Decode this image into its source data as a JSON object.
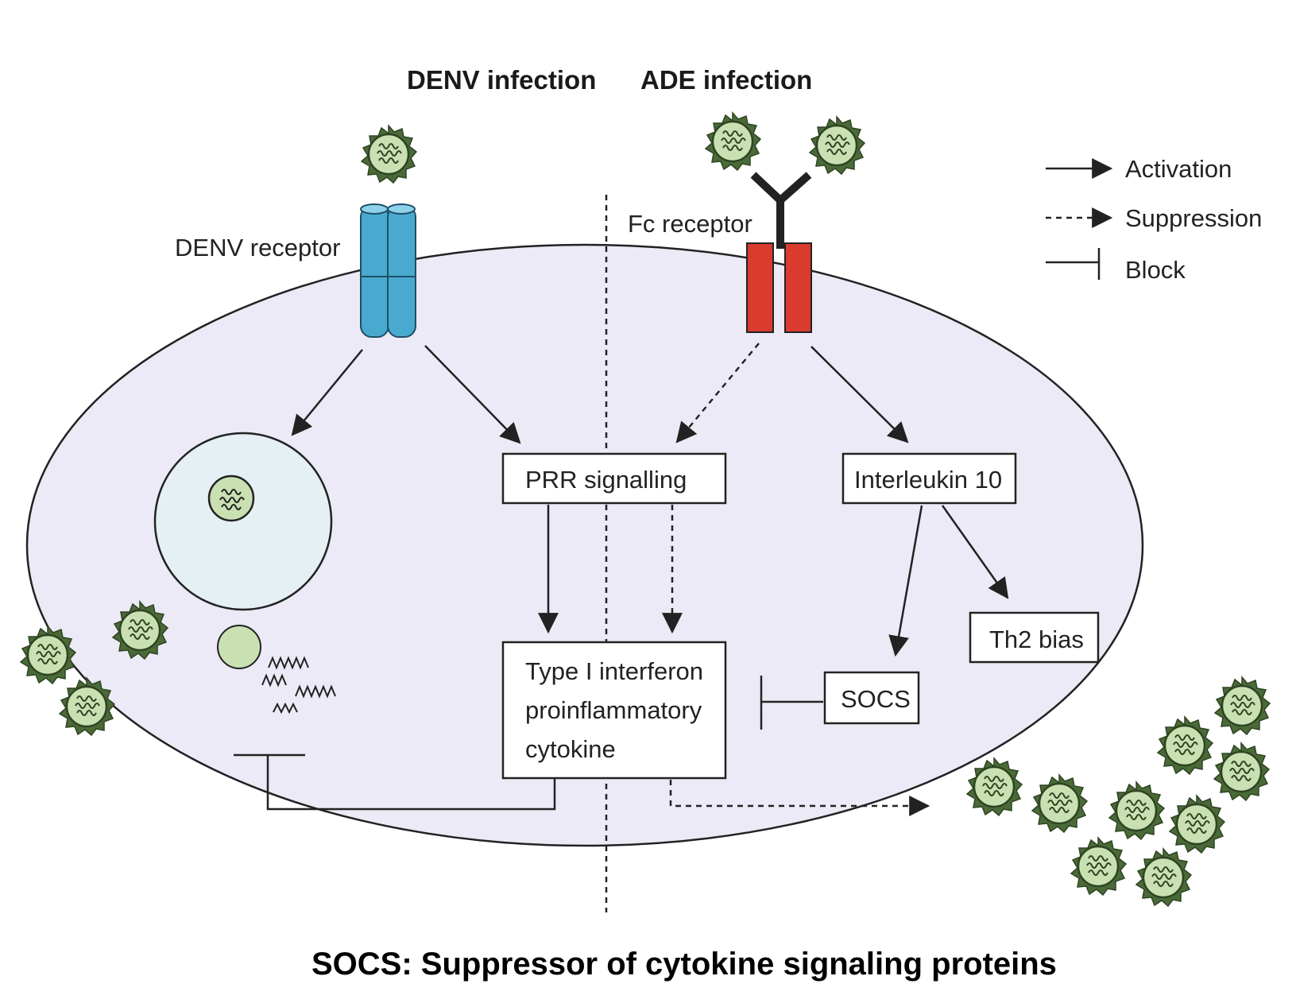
{
  "headers": {
    "denv_infection": "DENV infection",
    "ade_infection": "ADE infection"
  },
  "labels": {
    "denv_receptor": "DENV receptor",
    "fc_receptor": "Fc receptor"
  },
  "boxes": {
    "prr": "PRR signalling",
    "il10": "Interleukin 10",
    "type1_line1": "Type I interferon",
    "type1_line2": "proinflammatory",
    "type1_line3": "cytokine",
    "socs": "SOCS",
    "th2": "Th2 bias"
  },
  "legend": {
    "activation": "Activation",
    "suppression": "Suppression",
    "block": "Block"
  },
  "caption": "SOCS: Suppressor of cytokine signaling proteins",
  "colors": {
    "cell_fill": "#eceaf6",
    "nucleus_fill": "#e4f0f4",
    "virus_fill": "#c9e0b3",
    "virus_spike": "#4a6a38",
    "denv_receptor": "#4aa9cf",
    "fc_receptor": "#d93b2e"
  }
}
